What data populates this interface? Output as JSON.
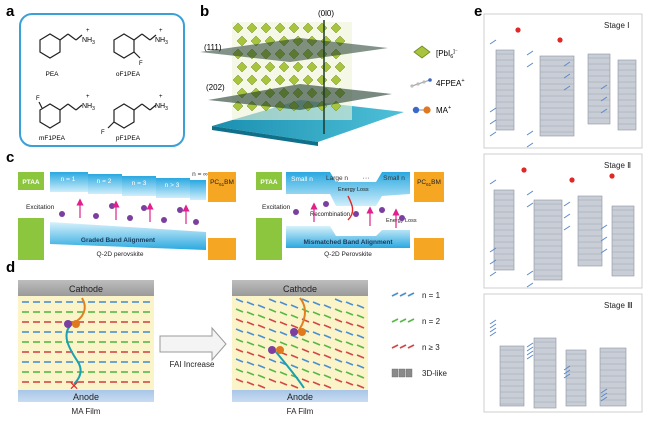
{
  "panels": {
    "a": {
      "label": "a",
      "molecules": [
        "PEA",
        "oF1PEA",
        "mF1PEA",
        "pF1PEA"
      ],
      "ammonium": "NH",
      "ammonium_sub": "3",
      "plus": "+",
      "fluorine": "F"
    },
    "b": {
      "label": "b",
      "planes": [
        "(0l0)",
        "(111)",
        "(202)"
      ],
      "legend": [
        {
          "label": "[PbI",
          "sub": "6",
          "sup": "]⁻",
          "color": "#a8c43c"
        },
        {
          "label": "4FPEA",
          "sup": "+",
          "color": "#8a8a8a"
        },
        {
          "label": "MA",
          "sup": "+",
          "color": "#e07820"
        }
      ]
    },
    "c": {
      "label": "c",
      "left": {
        "ptaa": "PTAA",
        "pcbm": "PC",
        "pcbm_sub": "61",
        "pcbm_tail": "BM",
        "phases": [
          "n = 1",
          "n = 2",
          "n = 3",
          "n > 3",
          "n = ∞"
        ],
        "excitation": "Excitation",
        "alignment": "Graded Band Alignment",
        "caption": "Q-2D perovskite"
      },
      "right": {
        "ptaa": "PTAA",
        "pcbm": "PC",
        "pcbm_sub": "61",
        "pcbm_tail": "BM",
        "phases": [
          "Small n",
          "Large n",
          "···",
          "Small n"
        ],
        "excitation": "Excitation",
        "energy_loss_top": "Energy Loss",
        "recombination": "Recombination",
        "energy_loss_bottom": "Energy Loss",
        "alignment": "Mismatched Band Alignment",
        "caption": "Q-2D Perovskite"
      },
      "colors": {
        "ptaa": "#8cc63f",
        "pcbm": "#f5a623",
        "band": "#3ab0e2",
        "arrow": "#e0208c",
        "charge": "#7b3fa0"
      }
    },
    "d": {
      "label": "d",
      "cathode": "Cathode",
      "anode": "Anode",
      "arrow_text": "FAI Increase",
      "films": [
        "MA Film",
        "FA Film"
      ],
      "legend": [
        {
          "label": "n = 1",
          "color": "#4a8fd0"
        },
        {
          "label": "n = 2",
          "color": "#58b848"
        },
        {
          "label": "n ≥ 3",
          "color": "#d24848"
        },
        {
          "label": "3D-like",
          "color": "#8a8a8a"
        }
      ],
      "fail_mark": "✕"
    },
    "e": {
      "label": "e",
      "stages": [
        "Stage Ⅰ",
        "Stage Ⅱ",
        "Stage Ⅲ"
      ]
    }
  }
}
